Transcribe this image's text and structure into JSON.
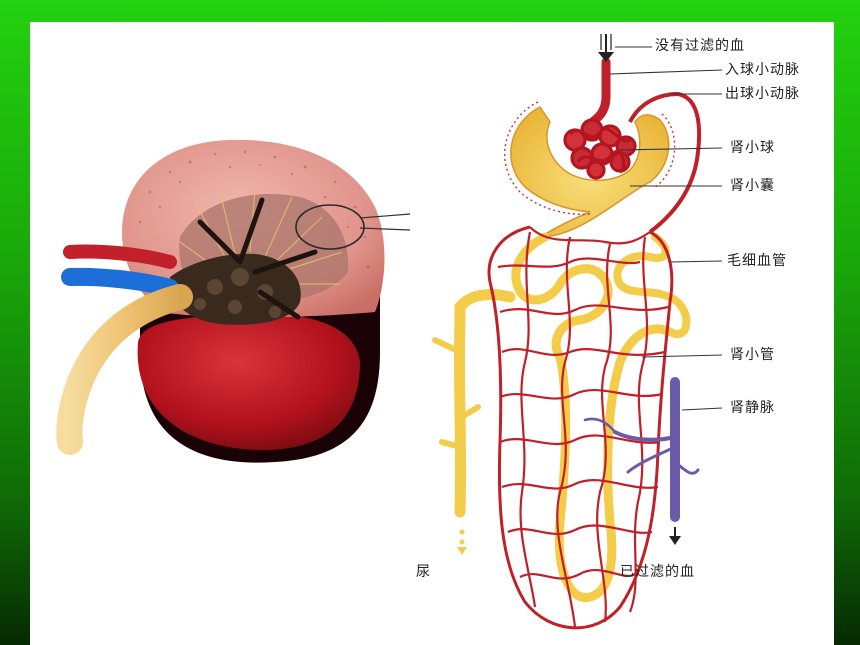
{
  "labels": {
    "unfiltered_blood": "没有过滤的血",
    "afferent_arteriole": "入球小动脉",
    "efferent_arteriole": "出球小动脉",
    "glomerulus": "肾小球",
    "bowmans_capsule": "肾小囊",
    "capillaries": "毛细血管",
    "renal_tubule": "肾小管",
    "renal_vein": "肾静脉",
    "urine": "尿",
    "filtered_blood": "已过滤的血"
  },
  "colors": {
    "background_green": "#1fbf0c",
    "panel": "#ffffff",
    "artery_red": "#c0202a",
    "tubule_yellow": "#f3cc4a",
    "vein_purple": "#6a5aa8",
    "kidney_cortex_pink": "#e29a90",
    "kidney_red": "#b71422"
  }
}
